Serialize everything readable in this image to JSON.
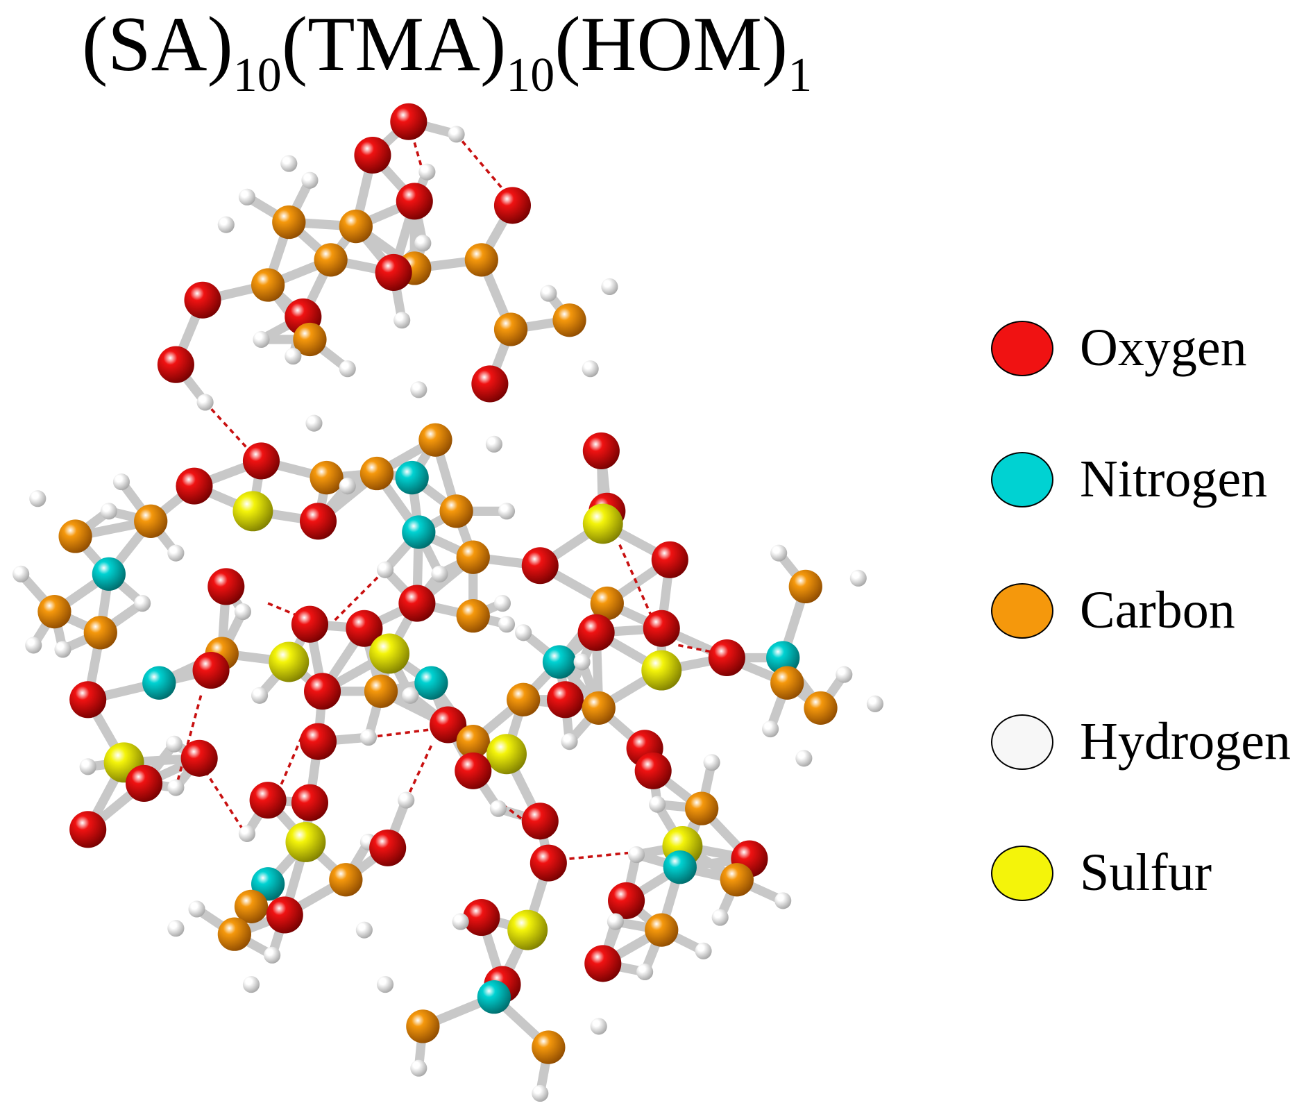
{
  "title": {
    "parts": [
      {
        "text": "(SA)",
        "sub": "10"
      },
      {
        "text": "(TMA)",
        "sub": "10"
      },
      {
        "text": "(HOM)",
        "sub": "1"
      }
    ]
  },
  "legend": [
    {
      "label": "Oxygen",
      "color": "#f01212"
    },
    {
      "label": "Nitrogen",
      "color": "#00d2d2"
    },
    {
      "label": "Carbon",
      "color": "#f5980c"
    },
    {
      "label": "Hydrogen",
      "color": "#f7f7f7"
    },
    {
      "label": "Sulfur",
      "color": "#f4f40a"
    }
  ],
  "colors": {
    "bond": "#c8c8c8",
    "hbond": "#c81010"
  }
}
